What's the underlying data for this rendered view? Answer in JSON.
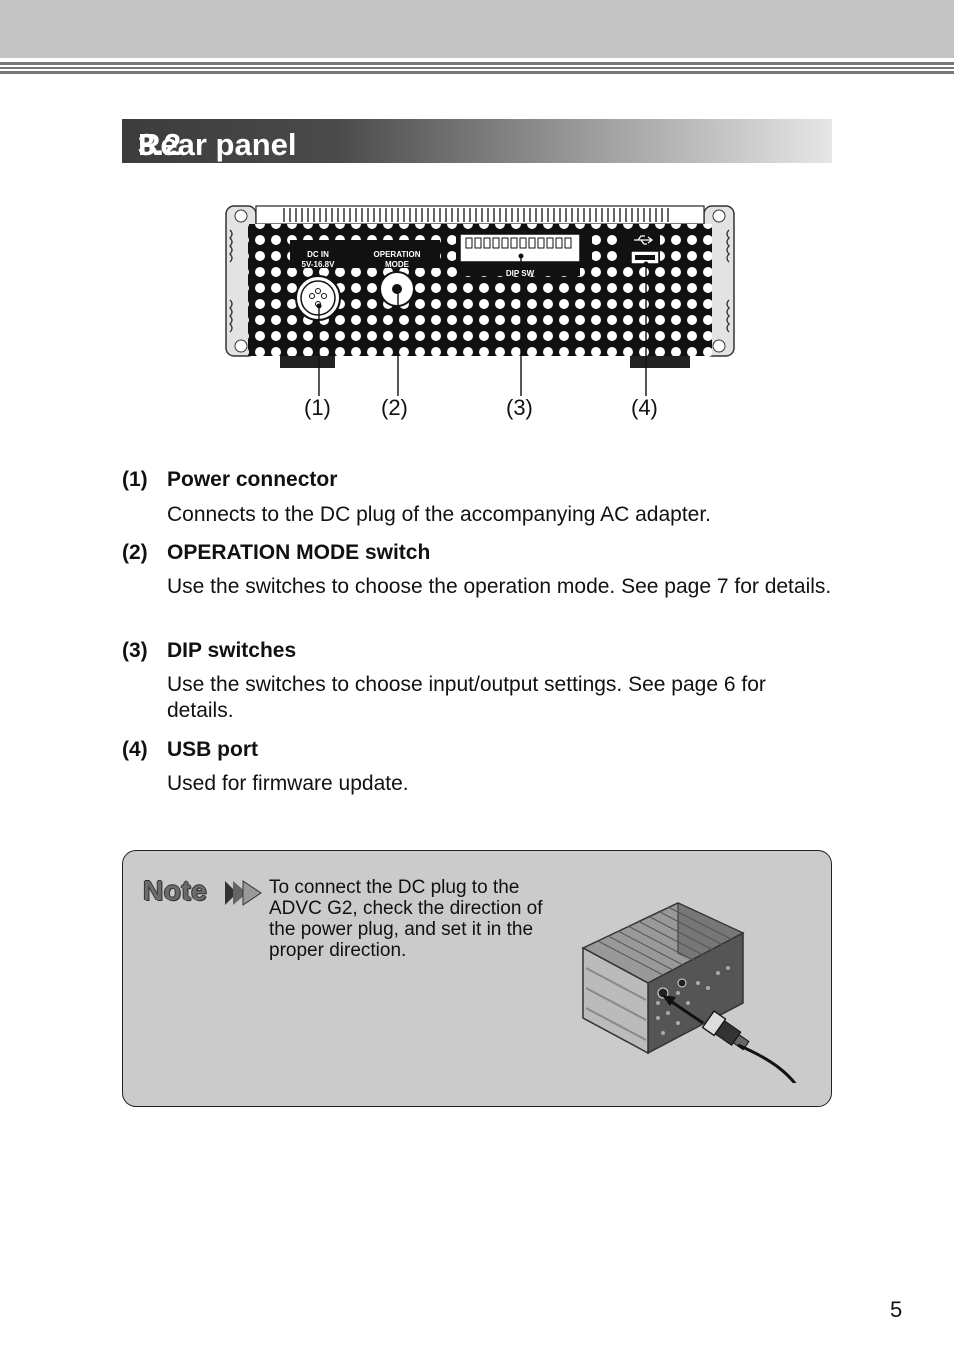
{
  "section": {
    "number": "3.2",
    "title": "Rear panel"
  },
  "panel": {
    "dc_in_label_1": "DC IN",
    "dc_in_label_2": "5V-16.8V",
    "op_mode_label_1": "OPERATION",
    "op_mode_label_2": "MODE",
    "dip_label": "DIP SW"
  },
  "callouts": [
    "(1)",
    "(2)",
    "(3)",
    "(4)"
  ],
  "items": [
    {
      "num": "(1)",
      "title": "Power connector",
      "desc": "Connects to the DC plug of the accompanying AC adapter."
    },
    {
      "num": "(2)",
      "title": "OPERATION MODE switch",
      "desc": "Use the switches to choose the operation mode. See page 7 for details."
    },
    {
      "num": "(3)",
      "title": "DIP switches",
      "desc": "Use the switches to choose input/output settings. See page 6 for details."
    },
    {
      "num": "(4)",
      "title": "USB port",
      "desc": "Used for firmware update."
    }
  ],
  "note": {
    "label": "Note",
    "text": "To connect the DC plug to the ADVC G2, check the direction of the power plug, and set it in the proper direction."
  },
  "page_number": "5"
}
